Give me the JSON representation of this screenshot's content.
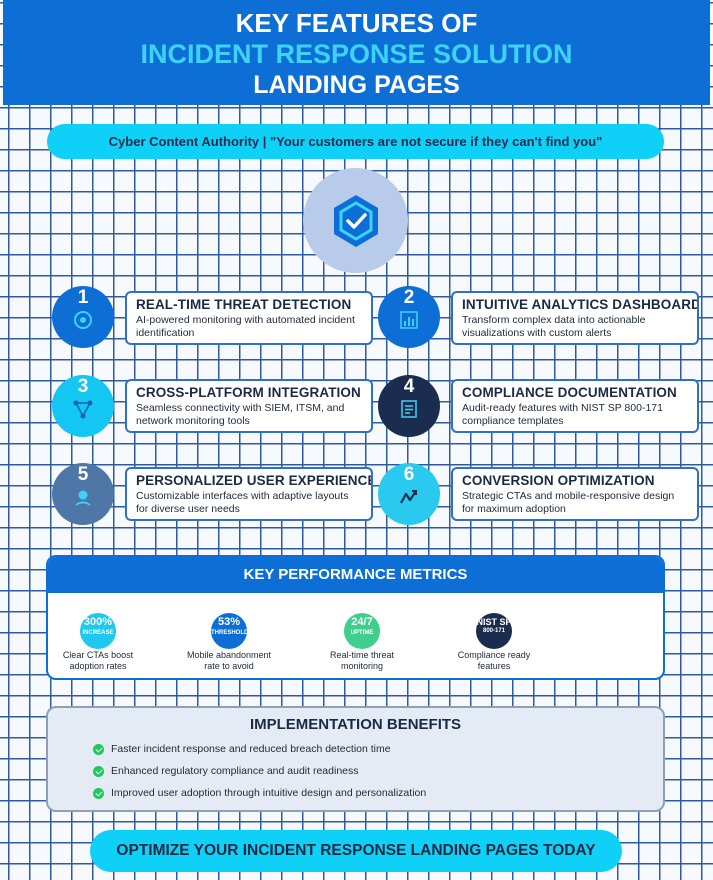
{
  "header": {
    "line1": "KEY FEATURES OF",
    "line2": "INCIDENT RESPONSE SOLUTION",
    "line3": "LANDING PAGES"
  },
  "tagline": "Cyber Content Authority | \"Your customers are not secure if they can't find you\"",
  "hero_icon": "shield-check-icon",
  "features": [
    {
      "number": "1",
      "title": "REAL-TIME THREAT DETECTION",
      "description": "AI-powered monitoring with automated incident identification",
      "icon": "target-icon",
      "color": "#0d6fd6"
    },
    {
      "number": "2",
      "title": "INTUITIVE ANALYTICS DASHBOARDS",
      "description": "Transform complex data into actionable visualizations with custom alerts",
      "icon": "bar-chart-icon",
      "color": "#0d6fd6"
    },
    {
      "number": "3",
      "title": "CROSS-PLATFORM INTEGRATION",
      "description": "Seamless connectivity with SIEM, ITSM, and network monitoring tools",
      "icon": "network-icon",
      "color": "#14c6f2"
    },
    {
      "number": "4",
      "title": "COMPLIANCE DOCUMENTATION",
      "description": "Audit-ready features with NIST SP 800-171 compliance templates",
      "icon": "document-icon",
      "color": "#1b2d4f"
    },
    {
      "number": "5",
      "title": "PERSONALIZED USER EXPERIENCE",
      "description": "Customizable interfaces with adaptive layouts for diverse user needs",
      "icon": "user-icon",
      "color": "#4e76a6"
    },
    {
      "number": "6",
      "title": "CONVERSION OPTIMIZATION",
      "description": "Strategic CTAs and mobile-responsive design for maximum adoption",
      "icon": "trend-icon",
      "color": "#29c9f0"
    }
  ],
  "metrics": {
    "title": "KEY PERFORMANCE METRICS",
    "items": [
      {
        "value": "300%",
        "sub": "INCREASE",
        "caption": "Clear CTAs boost adoption rates",
        "color": "#1ec8f0"
      },
      {
        "value": "53%",
        "sub": "THRESHOLD",
        "caption": "Mobile abandonment rate to avoid",
        "color": "#0d6fd6"
      },
      {
        "value": "24/7",
        "sub": "UPTIME",
        "caption": "Real-time threat monitoring",
        "color": "#3ecf8e"
      },
      {
        "value": "NIST SP",
        "sub": "800-171",
        "caption": "Compliance ready features",
        "color": "#1b2d4f"
      }
    ]
  },
  "benefits": {
    "title": "IMPLEMENTATION BENEFITS",
    "items": [
      "Faster incident response and reduced breach detection time",
      "Enhanced regulatory compliance and audit readiness",
      "Improved user adoption through intuitive design and personalization"
    ]
  },
  "cta": "OPTIMIZE YOUR INCIDENT RESPONSE LANDING PAGES TODAY"
}
